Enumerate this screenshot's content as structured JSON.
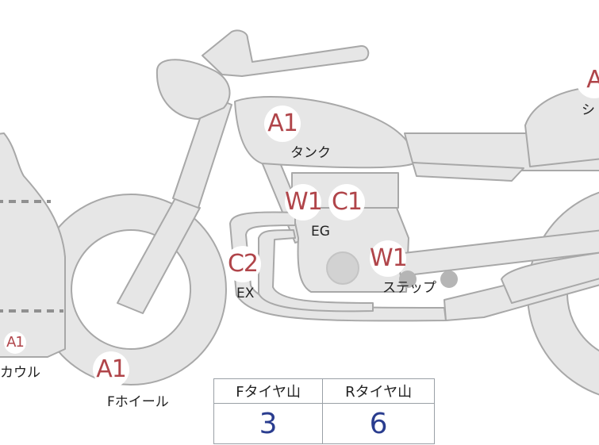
{
  "colors": {
    "grade_text": "#b0454a",
    "bike_fill": "#e6e6e6",
    "bike_stroke": "#a8a8a8",
    "tread_value": "#2a3d8f"
  },
  "markers": {
    "tank_grade": "A1",
    "engine_grade_w": "W1",
    "engine_grade_c": "C1",
    "exhaust_grade": "C2",
    "step_grade": "W1",
    "front_wheel_grade": "A1",
    "cowl_grade": "A1",
    "seat_grade": "A"
  },
  "labels": {
    "tank": "タンク",
    "engine": "EG",
    "exhaust": "EX",
    "step": "ステップ",
    "front_wheel": "Fホイール",
    "cowl": "カウル",
    "seat": "シ"
  },
  "tread": {
    "front_header": "Fタイヤ山",
    "rear_header": "Rタイヤ山",
    "front_value": "3",
    "rear_value": "6"
  }
}
